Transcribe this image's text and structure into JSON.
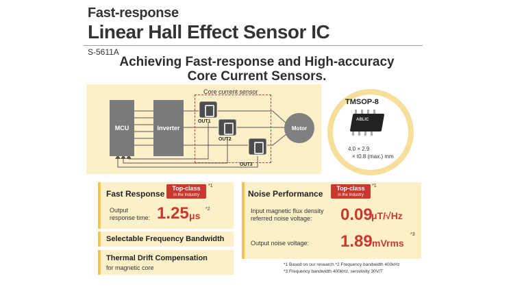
{
  "header": {
    "title_small": "Fast-response",
    "title_big": "Linear Hall Effect Sensor IC",
    "model": "S-5611A",
    "headline_1": "Achieving Fast-response and High-accuracy",
    "headline_2": "Core Current Sensors."
  },
  "diagram": {
    "mcu": "MCU",
    "inverter": "Inverter",
    "sensor_group": "Core current sensor",
    "out1": "OUT1",
    "out2": "OUT2",
    "out3": "OUT3",
    "motor": "Motor"
  },
  "package": {
    "name": "TMSOP-8",
    "brand": "ABLIC",
    "dim_1": "4.0 × 2.9",
    "dim_2": "× t0.8 (max.) mm"
  },
  "fast": {
    "title": "Fast Response",
    "badge_1": "Top-class",
    "badge_2": "in the Industry",
    "badge_note": "*1",
    "label_1": "Output",
    "label_2": "response time:",
    "value": "1.25",
    "unit": "μs",
    "value_note": "*2"
  },
  "features": {
    "bandwidth": "Selectable Frequency Bandwidth",
    "drift_title": "Thermal Drift Compensation",
    "drift_sub": "for magnetic core"
  },
  "noise": {
    "title": "Noise Performance",
    "badge_1": "Top-class",
    "badge_2": "in the Industry",
    "badge_note": "*1",
    "label_1a": "Input magnetic flux density",
    "label_1b": "referred noise voltage:",
    "value_1": "0.09",
    "unit_1": "μT/√Hz",
    "label_2": "Output noise voltage:",
    "value_2": "1.89",
    "unit_2": "mVrms",
    "value_2_note": "*3"
  },
  "footnotes": {
    "line_1": "*1 Based on our research  *2  Frequency bandwidth 400kHz",
    "line_2": "*3 Frequency bandwidth 400kHz, sensitivity 30V/T"
  },
  "colors": {
    "accent_red": "#c8382f",
    "panel_yellow": "#fdf0c8",
    "bar_yellow": "#f2c451"
  }
}
